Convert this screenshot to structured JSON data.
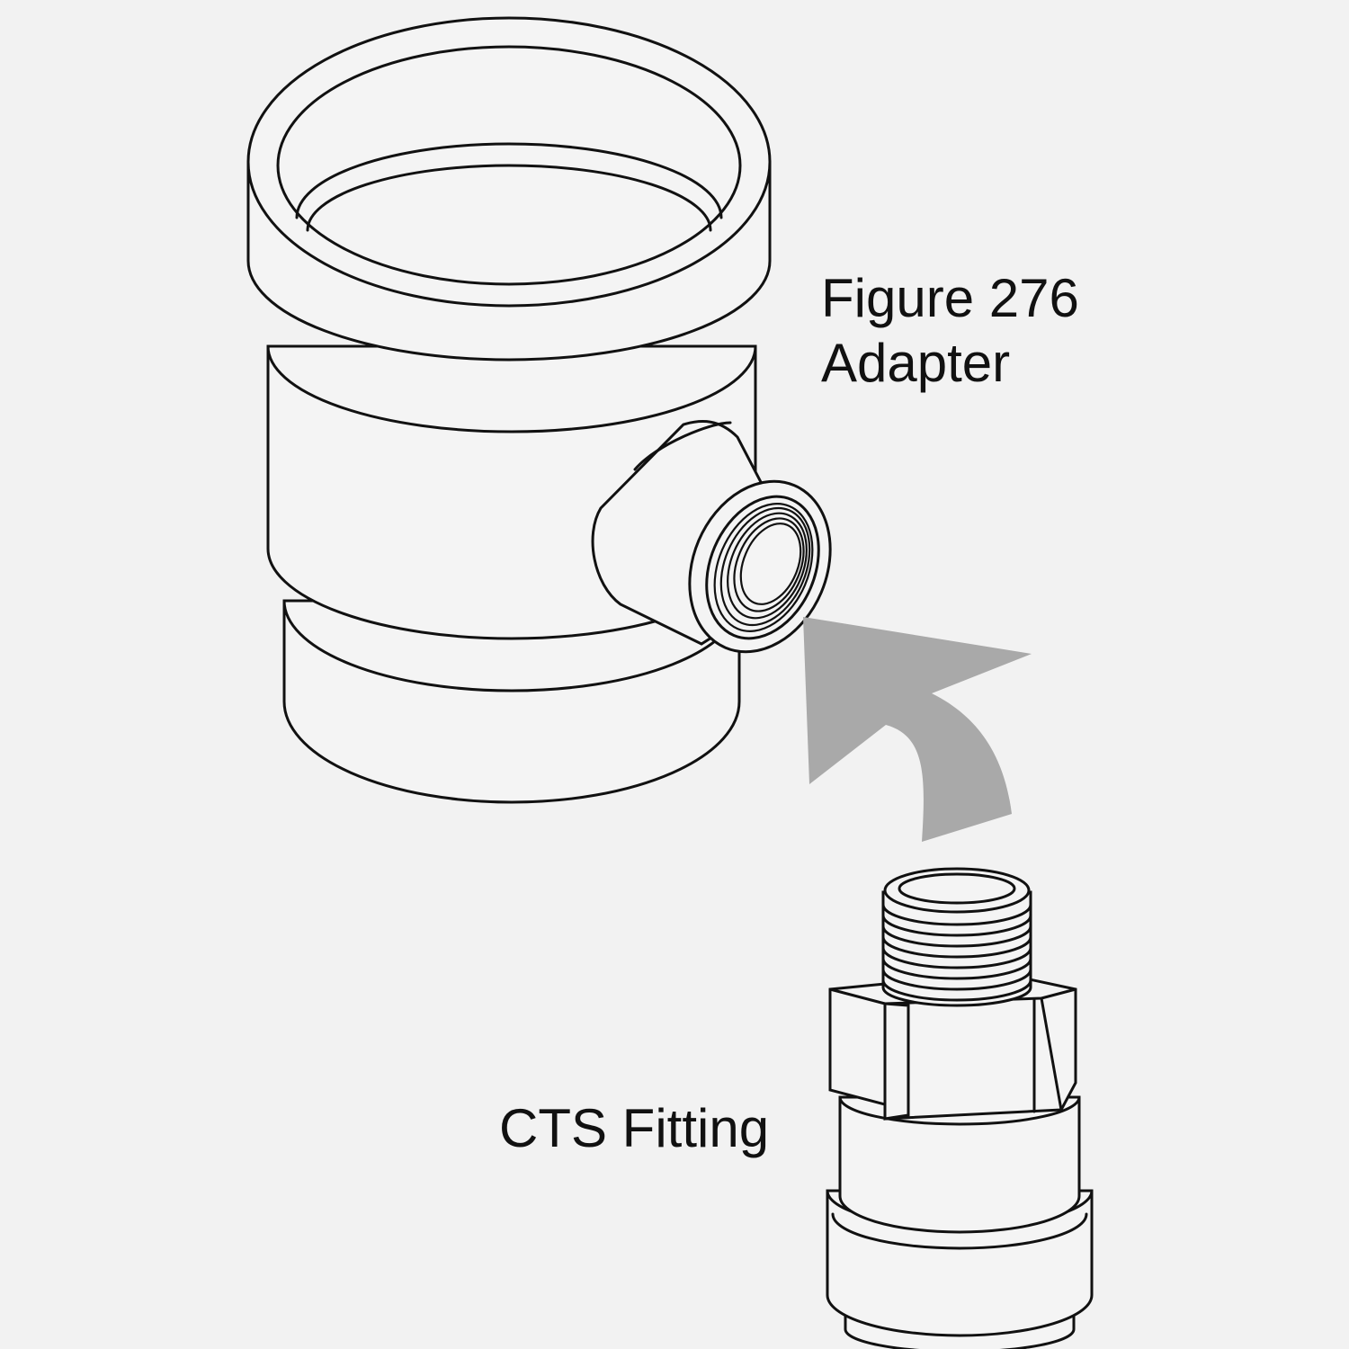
{
  "labels": {
    "adapter_line1": "Figure 276",
    "adapter_line2": "Adapter",
    "fitting": "CTS Fitting"
  },
  "colors": {
    "background": "#f2f2f2",
    "line": "#111111",
    "arrow": "#a9a9a9"
  }
}
